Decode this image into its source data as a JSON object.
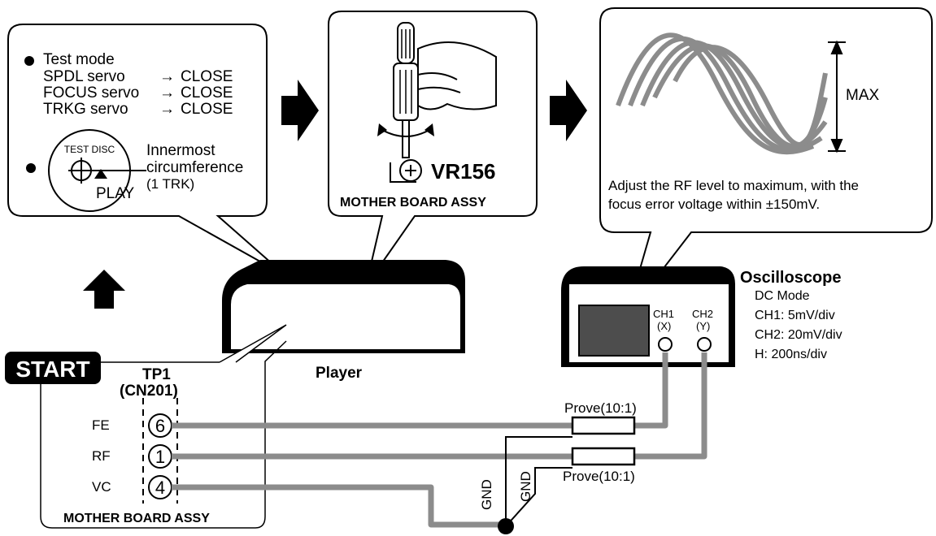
{
  "left_box": {
    "test_mode": "Test mode",
    "spdl": "SPDL servo",
    "focus": "FOCUS servo",
    "trkg": "TRKG servo",
    "arrow": "→",
    "close": "CLOSE",
    "disc_label": "TEST DISC",
    "play": "PLAY",
    "innermost": "Innermost",
    "circumference": "circumference",
    "one_trk": "(1 TRK)"
  },
  "middle_box": {
    "vr": "VR156",
    "board": "MOTHER BOARD ASSY"
  },
  "right_box": {
    "max": "MAX",
    "note_line1": "Adjust the RF level to maximum, with the",
    "note_line2": "focus error voltage within ±150mV."
  },
  "oscilloscope": {
    "title": "Oscilloscope",
    "mode": "DC Mode",
    "ch1_setting": "CH1: 5mV/div",
    "ch2_setting": "CH2: 20mV/div",
    "h_setting": "H: 200ns/div",
    "ch1": "CH1",
    "ch1_axis": "(X)",
    "ch2": "CH2",
    "ch2_axis": "(Y)"
  },
  "player": "Player",
  "start": "START",
  "tp1": {
    "title": "TP1",
    "connector": "(CN201)",
    "pins": [
      {
        "label": "FE",
        "num": "6"
      },
      {
        "label": "RF",
        "num": "1"
      },
      {
        "label": "VC",
        "num": "4"
      }
    ],
    "board": "MOTHER BOARD ASSY"
  },
  "probe_top": "Prove(10:1)",
  "probe_bottom": "Prove(10:1)",
  "gnd_left": "GND",
  "gnd_right": "GND",
  "colors": {
    "wire": "#8c8c8c",
    "screen": "#4d4d4d",
    "wave": "#8c8c8c",
    "black": "#000000"
  }
}
